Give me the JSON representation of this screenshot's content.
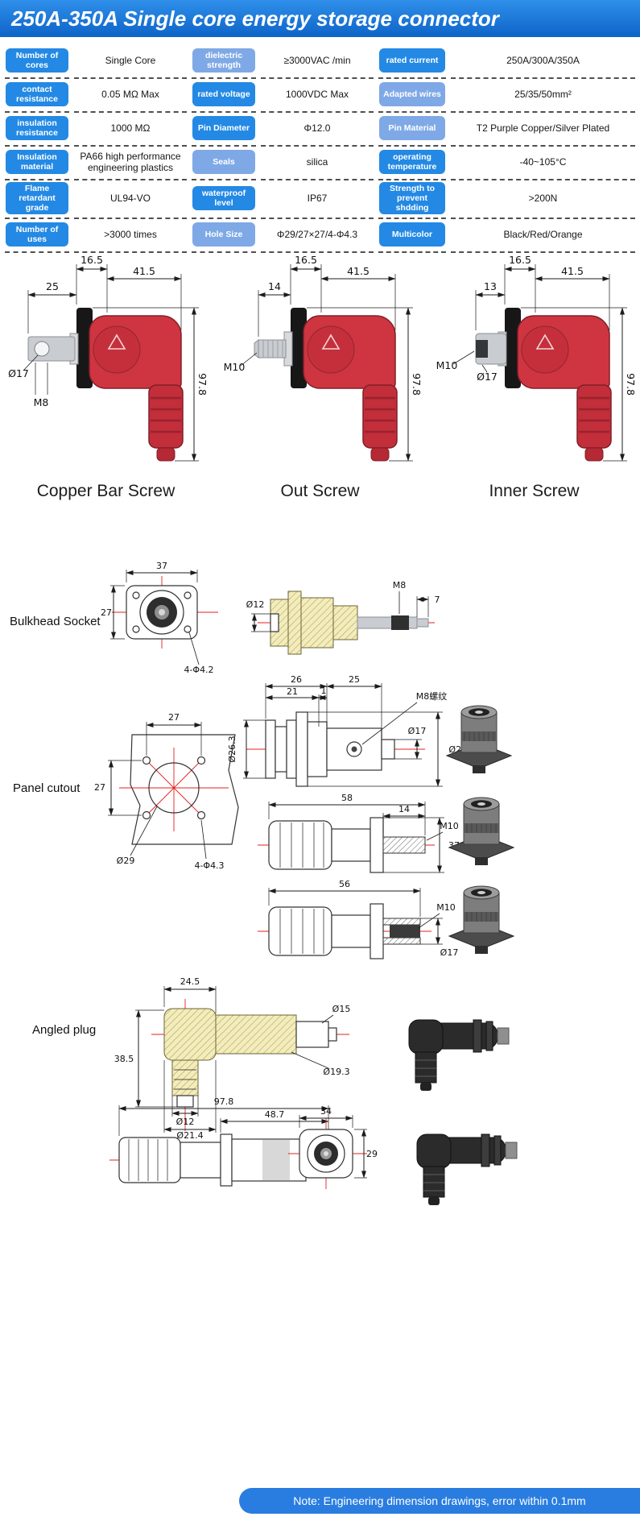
{
  "header": {
    "title": "250A-350A Single core energy storage connector"
  },
  "specs": {
    "rows": [
      {
        "cells": [
          {
            "label": "Number of cores",
            "value": "Single Core"
          },
          {
            "label": "dielectric strength",
            "value": "≥3000VAC /min"
          },
          {
            "label": "rated current",
            "value": "250A/300A/350A"
          }
        ]
      },
      {
        "cells": [
          {
            "label": "contact resistance",
            "value": "0.05 MΩ Max"
          },
          {
            "label": "rated voltage",
            "value": "1000VDC Max"
          },
          {
            "label": "Adapted wires",
            "value": "25/35/50mm²"
          }
        ]
      },
      {
        "cells": [
          {
            "label": "insulation resistance",
            "value": "1000 MΩ"
          },
          {
            "label": "Pin Diameter",
            "value": "Φ12.0"
          },
          {
            "label": "Pin Material",
            "value": "T2 Purple Copper/Silver Plated"
          }
        ]
      },
      {
        "cells": [
          {
            "label": "Insulation material",
            "value": "PA66 high performance engineering plastics"
          },
          {
            "label": "Seals",
            "value": "silica"
          },
          {
            "label": "operating temperature",
            "value": "-40~105°C"
          }
        ]
      },
      {
        "cells": [
          {
            "label": "Flame retardant grade",
            "value": "UL94-VO"
          },
          {
            "label": "waterproof level",
            "value": "IP67"
          },
          {
            "label": "Strength to prevent shdding",
            "value": ">200N"
          }
        ]
      },
      {
        "cells": [
          {
            "label": "Number of uses",
            "value": ">3000 times"
          },
          {
            "label": "Hole Size",
            "value": "Φ29/27×27/4-Φ4.3"
          },
          {
            "label": "Multicolor",
            "value": "Black/Red/Orange"
          }
        ]
      }
    ]
  },
  "connectors": [
    {
      "caption": "Copper Bar Screw",
      "dim_flange": "16.5",
      "dim_body": "41.5",
      "dim_pin": "25",
      "label_pin": "Ø17",
      "label_thread": "M8",
      "dim_height": "97.8"
    },
    {
      "caption": "Out Screw",
      "dim_flange": "16.5",
      "dim_body": "41.5",
      "dim_pin": "14",
      "label_thread": "M10",
      "dim_height": "97.8"
    },
    {
      "caption": "Inner Screw",
      "dim_flange": "16.5",
      "dim_body": "41.5",
      "dim_pin": "13",
      "label_thread": "M10",
      "label_bore": "Ø17",
      "dim_height": "97.8"
    }
  ],
  "drawings": {
    "bulkhead_socket": {
      "label": "Bulkhead Socket",
      "front_width": "37",
      "front_height": "27",
      "front_holes": "4-Φ4.2",
      "side_bore": "Ø12",
      "side_thread": "M8",
      "side_tip": "7"
    },
    "socket_section": {
      "len_a": "26",
      "len_b": "21",
      "len_c": "1",
      "len_d": "25",
      "thread": "M8螺纹",
      "dia_body": "Ø26.3",
      "dia_pin": "Ø17",
      "dia_flange": "Ø28.6"
    },
    "panel_cutout": {
      "label": "Panel cutout",
      "pitch_h": "27",
      "pitch_v": "27",
      "dia_main": "Ø29",
      "holes": "4-Φ4.3"
    },
    "out_screw_profile": {
      "len_total": "58",
      "len_stud": "14",
      "thread": "M10",
      "height": "37"
    },
    "inner_screw_profile": {
      "len_total": "56",
      "thread": "M10",
      "dia_socket": "Ø17"
    },
    "angled_plug": {
      "label": "Angled plug",
      "len_top": "24.5",
      "height": "38.5",
      "dia_tip": "Ø15",
      "dia_barrel": "Ø19.3",
      "dia_boot": "Ø12",
      "dia_elbow": "Ø21.4"
    },
    "plug_profile": {
      "len_total": "97.8",
      "len_front": "48.7"
    },
    "plug_front": {
      "width": "34",
      "height": "29"
    }
  },
  "footer": {
    "note": "Note: Engineering dimension drawings, error within 0.1mm"
  }
}
